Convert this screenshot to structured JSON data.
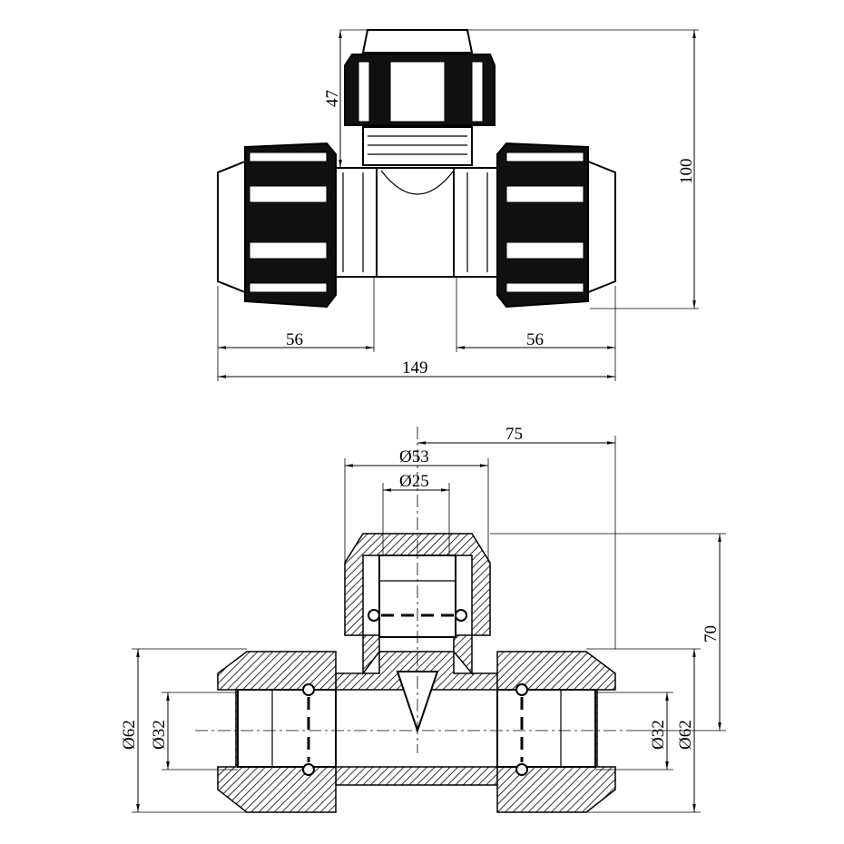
{
  "top_view": {
    "dims": {
      "nut_height": "47",
      "total_height": "100",
      "left_socket": "56",
      "right_socket": "56",
      "total_length": "149"
    }
  },
  "section_view": {
    "dims": {
      "half_length": "75",
      "branch_nut_dia": "Ø53",
      "branch_pipe_dia": "Ø25",
      "branch_height": "70",
      "left_nut_dia": "Ø62",
      "left_pipe_dia": "Ø32",
      "right_pipe_dia": "Ø32",
      "right_nut_dia": "Ø62"
    }
  }
}
